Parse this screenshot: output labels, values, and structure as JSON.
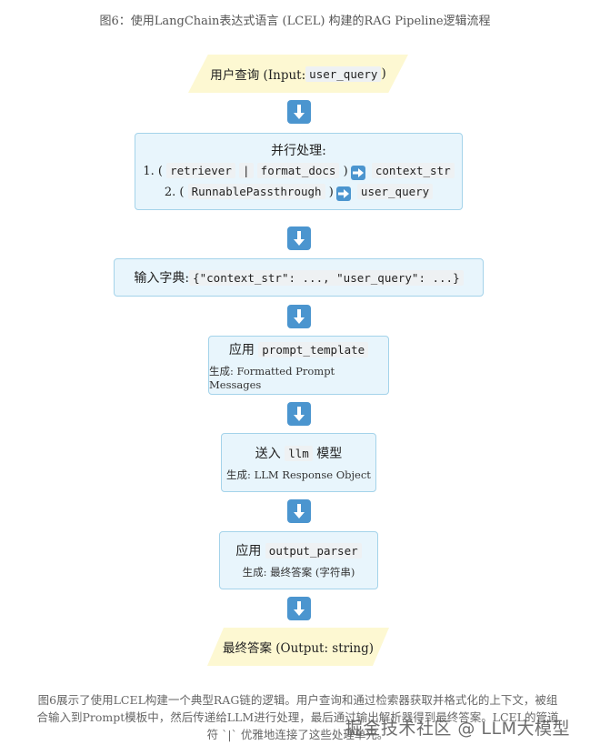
{
  "title": "图6：使用LangChain表达式语言 (LCEL) 构建的RAG Pipeline逻辑流程",
  "input": {
    "prefix": "用户查询 (Input: ",
    "code": "user_query",
    "suffix": ")"
  },
  "parallel": {
    "heading": "并行处理:",
    "line1": {
      "num": "1. (",
      "a": "retriever",
      "pipe": "|",
      "b": "format_docs",
      "close": ")",
      "out": "context_str"
    },
    "line2": {
      "num": "2. (",
      "a": "RunnablePassthrough",
      "close": ")",
      "out": "user_query"
    }
  },
  "dict": {
    "label": "输入字典: ",
    "code": "{\"context_str\": ..., \"user_query\": ...}"
  },
  "prompt": {
    "prefix": "应用 ",
    "code": "prompt_template",
    "sub": "生成: Formatted Prompt Messages"
  },
  "llm": {
    "prefix": "送入 ",
    "code": "llm",
    "suffix": " 模型",
    "sub": "生成: LLM Response Object"
  },
  "parser": {
    "prefix": "应用 ",
    "code": "output_parser",
    "sub": "生成: 最终答案 (字符串)"
  },
  "output": {
    "text": "最终答案 (Output: string)"
  },
  "caption": {
    "line1": "图6展示了使用LCEL构建一个典型RAG链的逻辑。用户查询和通过检索器获取并格式化的上下文，被组",
    "line2": "合输入到Prompt模板中，然后传递给LLM进行处理，最后通过输出解析器得到最终答案。LCEL的管道",
    "line3": "符 `|` 优雅地连接了这些处理单元。"
  },
  "watermark": "掘金技术社区 @ LLM大模型",
  "colors": {
    "accent": "#4b95cf",
    "box_bg": "#e8f5fc",
    "box_border": "#a4d3ea",
    "io_bg": "#fdf8d2"
  }
}
